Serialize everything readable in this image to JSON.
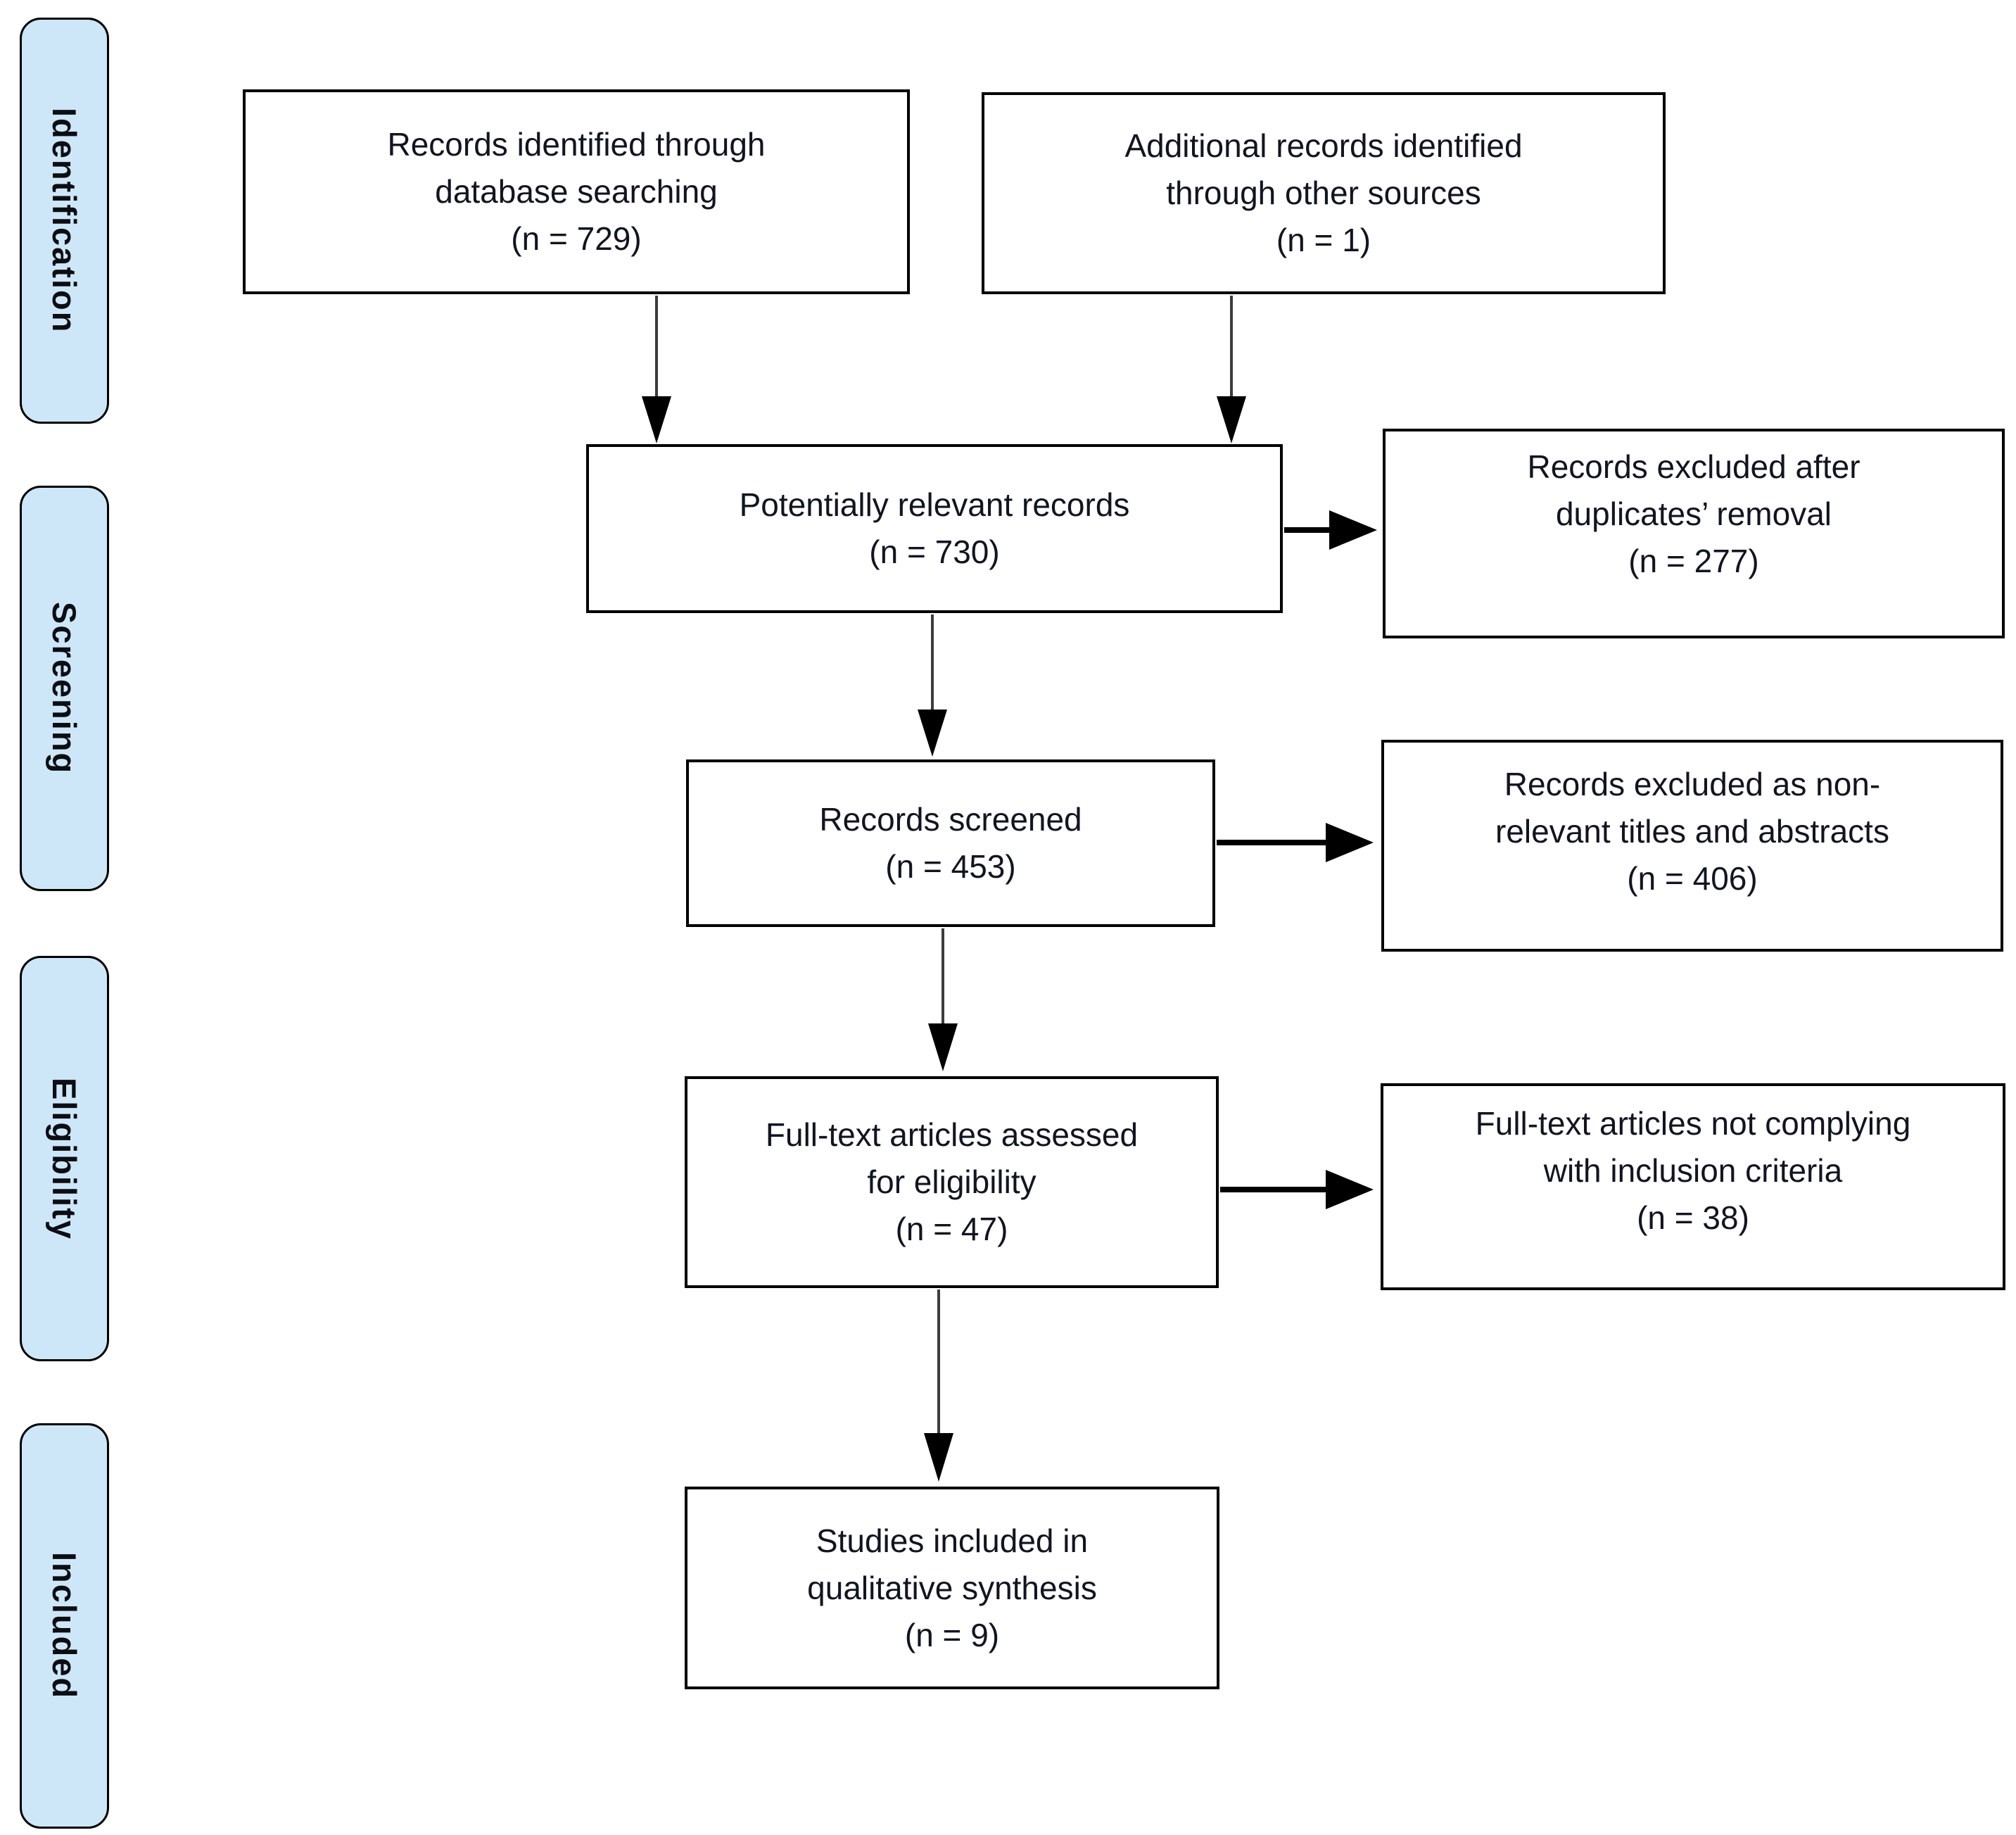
{
  "theme": {
    "canvas-bg": "#ffffff",
    "stage-fill": "#cde7f8",
    "stage-border": "#000000",
    "box-border": "#000000",
    "text-color": "#121420",
    "arrow-vertical-color": "#3c3c3c",
    "arrow-horizontal-color": "#000000"
  },
  "sidebar": {
    "stages": [
      {
        "label": "Identification"
      },
      {
        "label": "Screening"
      },
      {
        "label": "Eligibility"
      },
      {
        "label": "Included"
      }
    ]
  },
  "boxes": {
    "records_identified": {
      "lines": [
        "Records identified through",
        "database searching",
        "(n = 729)"
      ],
      "n": 729
    },
    "additional_records": {
      "lines": [
        "Additional records identified",
        "through other sources",
        "(n = 1)"
      ],
      "n": 1
    },
    "potentially_relevant": {
      "lines": [
        "Potentially relevant records",
        "(n = 730)"
      ],
      "n": 730
    },
    "excluded_duplicates": {
      "lines": [
        "Records excluded after",
        "duplicates’ removal",
        "(n = 277)"
      ],
      "n": 277
    },
    "records_screened": {
      "lines": [
        "Records screened",
        "(n = 453)"
      ],
      "n": 453
    },
    "excluded_nonrelevant": {
      "lines": [
        "Records excluded as non-",
        "relevant titles and abstracts",
        "(n = 406)"
      ],
      "n": 406
    },
    "fulltext_assessed": {
      "lines": [
        "Full-text articles assessed",
        "for eligibility",
        "(n = 47)"
      ],
      "n": 47
    },
    "fulltext_excluded": {
      "lines": [
        "Full-text articles not complying",
        "with inclusion criteria",
        "(n = 38)"
      ],
      "n": 38
    },
    "studies_included": {
      "lines": [
        "Studies included in",
        "qualitative synthesis",
        "(n = 9)"
      ],
      "n": 9
    }
  },
  "connections": [
    {
      "from": "records_identified",
      "to": "potentially_relevant",
      "direction": "down"
    },
    {
      "from": "additional_records",
      "to": "potentially_relevant",
      "direction": "down"
    },
    {
      "from": "potentially_relevant",
      "to": "excluded_duplicates",
      "direction": "right"
    },
    {
      "from": "potentially_relevant",
      "to": "records_screened",
      "direction": "down"
    },
    {
      "from": "records_screened",
      "to": "excluded_nonrelevant",
      "direction": "right"
    },
    {
      "from": "records_screened",
      "to": "fulltext_assessed",
      "direction": "down"
    },
    {
      "from": "fulltext_assessed",
      "to": "fulltext_excluded",
      "direction": "right"
    },
    {
      "from": "fulltext_assessed",
      "to": "studies_included",
      "direction": "down"
    }
  ]
}
